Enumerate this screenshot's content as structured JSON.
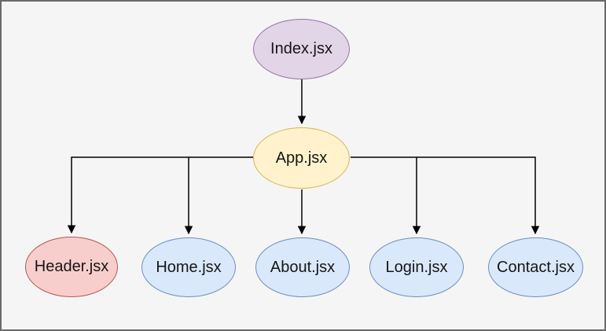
{
  "canvas": {
    "background": "#F5F5F5",
    "frame_color": "#696969",
    "edge_color": "#000000"
  },
  "nodes": [
    {
      "id": "index-jsx",
      "label": "Index.jsx",
      "fill": "#E1D5E7",
      "stroke": "#9673A6"
    },
    {
      "id": "app-jsx",
      "label": "App.jsx",
      "fill": "#FFF2CC",
      "stroke": "#D6B656"
    },
    {
      "id": "header-jsx",
      "label": "Header.jsx",
      "fill": "#F8CECC",
      "stroke": "#B85450"
    },
    {
      "id": "home-jsx",
      "label": "Home.jsx",
      "fill": "#DAE8FC",
      "stroke": "#6C8EBF"
    },
    {
      "id": "about-jsx",
      "label": "About.jsx",
      "fill": "#DAE8FC",
      "stroke": "#6C8EBF"
    },
    {
      "id": "login-jsx",
      "label": "Login.jsx",
      "fill": "#DAE8FC",
      "stroke": "#6C8EBF"
    },
    {
      "id": "contact-jsx",
      "label": "Contact.jsx",
      "fill": "#DAE8FC",
      "stroke": "#6C8EBF"
    }
  ],
  "edges": [
    {
      "from": "Index.jsx",
      "to": "App.jsx"
    },
    {
      "from": "App.jsx",
      "to": "Header.jsx"
    },
    {
      "from": "App.jsx",
      "to": "Home.jsx"
    },
    {
      "from": "App.jsx",
      "to": "About.jsx"
    },
    {
      "from": "App.jsx",
      "to": "Login.jsx"
    },
    {
      "from": "App.jsx",
      "to": "Contact.jsx"
    }
  ]
}
